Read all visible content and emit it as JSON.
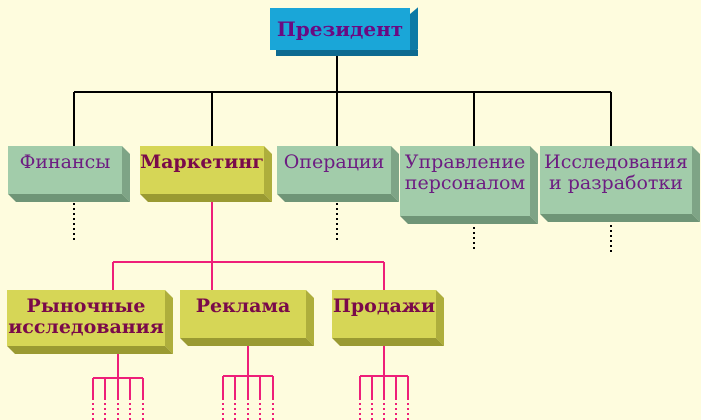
{
  "president": {
    "label": "Президент"
  },
  "departments": [
    {
      "label": "Финансы"
    },
    {
      "label": "Маркетинг"
    },
    {
      "label": "Операции"
    },
    {
      "label": "Управление\nперсоналом"
    },
    {
      "label": "Исследования\nи разработки"
    }
  ],
  "marketing_units": [
    {
      "label": "Рыночные\nисследования"
    },
    {
      "label": "Реклама"
    },
    {
      "label": "Продажи"
    }
  ],
  "colors": {
    "background": "#fefcde",
    "president": "#1aa6d8",
    "department": "#a2ccaa",
    "highlight": "#d6d656",
    "black_connector": "#000000",
    "pink_connector": "#ee1f79",
    "dept_text": "#6d1d82",
    "highlight_text": "#7a0a4a"
  }
}
